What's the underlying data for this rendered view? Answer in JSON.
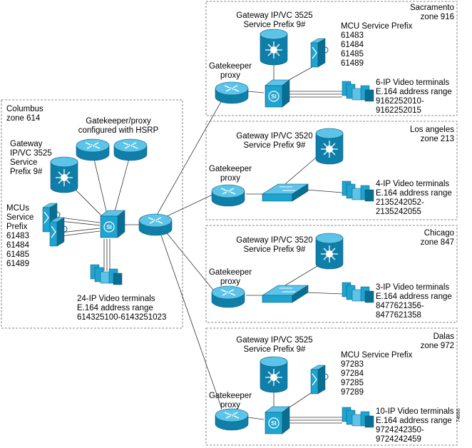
{
  "colors": {
    "device": "#1fa3cf",
    "device_dark": "#0f6e93",
    "device_light": "#8fd8f0",
    "line": "#333333",
    "zone_border": "#666666"
  },
  "columbus": {
    "zone_name": "Columbus",
    "zone_id": "zone 614",
    "gk_title": "Gatekeeper/proxy\nconfigured with HSRP",
    "gw_label": "Gateway\nIP/VC 3525\nService\nPrefix 9#",
    "mcu_label": "MCUs\nService\nPrefix\n61483\n61484\n61485\n61489",
    "terminals_label": "24-IP Video terminals\nE.164 address range\n614325100-6143251023"
  },
  "sacramento": {
    "zone_name": "Sacramento",
    "zone_id": "zone 916",
    "gw_label": "Gateway IP/VC 3525\nService Prefix 9#",
    "mcu_label": "MCU Service Prefix\n61483\n61484\n61485\n61489",
    "gk_label": "Gatekeeper\nproxy",
    "terminals_label": "6-IP Video terminals\nE.164 address range\n9162252010-\n9162252015"
  },
  "losangeles": {
    "zone_name": "Los angeles",
    "zone_id": "zone 213",
    "gw_label": "Gateway IP/VC 3520\nService Prefix 9#",
    "gk_label": "Gatekeeper\nproxy",
    "terminals_label": "4-IP Video terminals\nE.164 address range\n2135242052-\n2135242055"
  },
  "chicago": {
    "zone_name": "Chicago",
    "zone_id": "zone 847",
    "gw_label": "Gateway IP/VC 3520\nService Prefix 9#",
    "gk_label": "Gatekeeper\nproxy",
    "terminals_label": "3-IP Video terminals\nE.164 address range\n8477621356-\n8477621358"
  },
  "dalas": {
    "zone_name": "Dalas",
    "zone_id": "zone 972",
    "gw_label": "Gateway IP/VC 3525\nService Prefix 9#",
    "mcu_label": "MCU Service Prefix\n97283\n97284\n97285\n97289",
    "gk_label": "Gatekeeper\nproxy",
    "terminals_label": "10-IP Video terminals\nE.164 address range\n9724242350-\n9724242459"
  },
  "figure_id": "74690"
}
